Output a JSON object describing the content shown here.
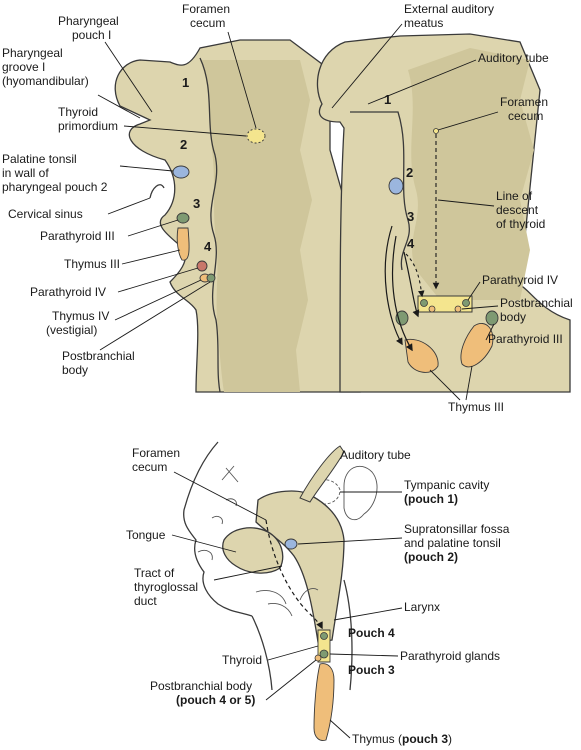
{
  "colors": {
    "tissue": "#ddd5ae",
    "tissue_shadow": "#cfc69b",
    "thymus": "#efbe7a",
    "parathyroid": "#7e9a72",
    "tonsil": "#9bb6de",
    "thyroid": "#f4e58e",
    "outline": "#3a3a3a"
  },
  "panel_top_left": {
    "pouch_numbers": [
      "1",
      "2",
      "3",
      "4"
    ],
    "labels": {
      "pharyngeal_pouch_1": [
        "Pharyngeal",
        "pouch I"
      ],
      "foramen_cecum": [
        "Foramen",
        "cecum"
      ],
      "pharyngeal_groove_1": [
        "Pharyngeal",
        "groove I",
        "(hyomandibular)"
      ],
      "thyroid_primordium": [
        "Thyroid",
        "primordium"
      ],
      "palatine_tonsil": [
        "Palatine tonsil",
        "in wall of",
        "pharyngeal pouch 2"
      ],
      "cervical_sinus": "Cervical sinus",
      "parathyroid_3": "Parathyroid III",
      "thymus_3": "Thymus III",
      "parathyroid_4": "Parathyroid IV",
      "thymus_4": [
        "Thymus IV",
        "(vestigial)"
      ],
      "postbranchial_body": [
        "Postbranchial",
        "body"
      ]
    }
  },
  "panel_top_right": {
    "pouch_numbers": [
      "1",
      "2",
      "3",
      "4"
    ],
    "labels": {
      "external_auditory_meatus": [
        "External auditory",
        "meatus"
      ],
      "auditory_tube": "Auditory tube",
      "foramen_cecum": [
        "Foramen",
        "cecum"
      ],
      "line_of_descent": [
        "Line of",
        "descent",
        "of thyroid"
      ],
      "parathyroid_4": "Parathyroid IV",
      "postbranchial_body": [
        "Postbranchial",
        "body"
      ],
      "parathyroid_3": "Parathyroid III",
      "thymus_3": "Thymus III"
    }
  },
  "panel_bottom": {
    "labels": {
      "foramen_cecum": [
        "Foramen",
        "cecum"
      ],
      "auditory_tube": "Auditory tube",
      "tympanic_cavity": "Tympanic cavity",
      "tympanic_cavity_pouch": "(pouch 1)",
      "tongue": "Tongue",
      "supratonsillar": [
        "Supratonsillar fossa",
        "and palatine tonsil"
      ],
      "supratonsillar_pouch": "(pouch 2)",
      "tract_thyroglossal": [
        "Tract of",
        "thyroglossal",
        "duct"
      ],
      "larynx": "Larynx",
      "pouch_4": "Pouch 4",
      "thyroid": "Thyroid",
      "parathyroid_glands": "Parathyroid glands",
      "pouch_3": "Pouch 3",
      "postbranchial_body": "Postbranchial body",
      "postbranchial_pouch": "(pouch 4 or 5)",
      "thymus": "Thymus (",
      "thymus_pouch": "pouch 3",
      "thymus_close": ")"
    }
  }
}
